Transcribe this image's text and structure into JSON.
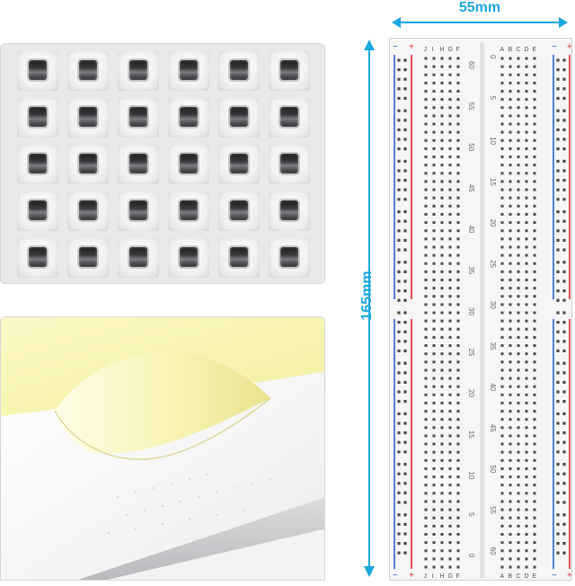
{
  "dimensions": {
    "width_label": "55mm",
    "height_label": "165mm"
  },
  "colors": {
    "dimension_accent": "#1aa7e0",
    "rail_red": "#e0262e",
    "rail_blue": "#2b62c7",
    "adhesive_yellow": "#f9f6b4"
  },
  "breadboard": {
    "rail_minus": "−",
    "rail_plus": "+",
    "left_column_letters": [
      "F",
      "G",
      "H",
      "I",
      "J"
    ],
    "right_column_letters": [
      "A",
      "B",
      "C",
      "D",
      "E"
    ],
    "left_numbers": [
      "60",
      "55",
      "50",
      "45",
      "40",
      "35",
      "30",
      "25",
      "20",
      "15",
      "10",
      "5",
      "0"
    ],
    "right_numbers": [
      "0",
      "5",
      "10",
      "15",
      "20",
      "25",
      "30",
      "35",
      "40",
      "45",
      "50",
      "55",
      "60"
    ]
  }
}
